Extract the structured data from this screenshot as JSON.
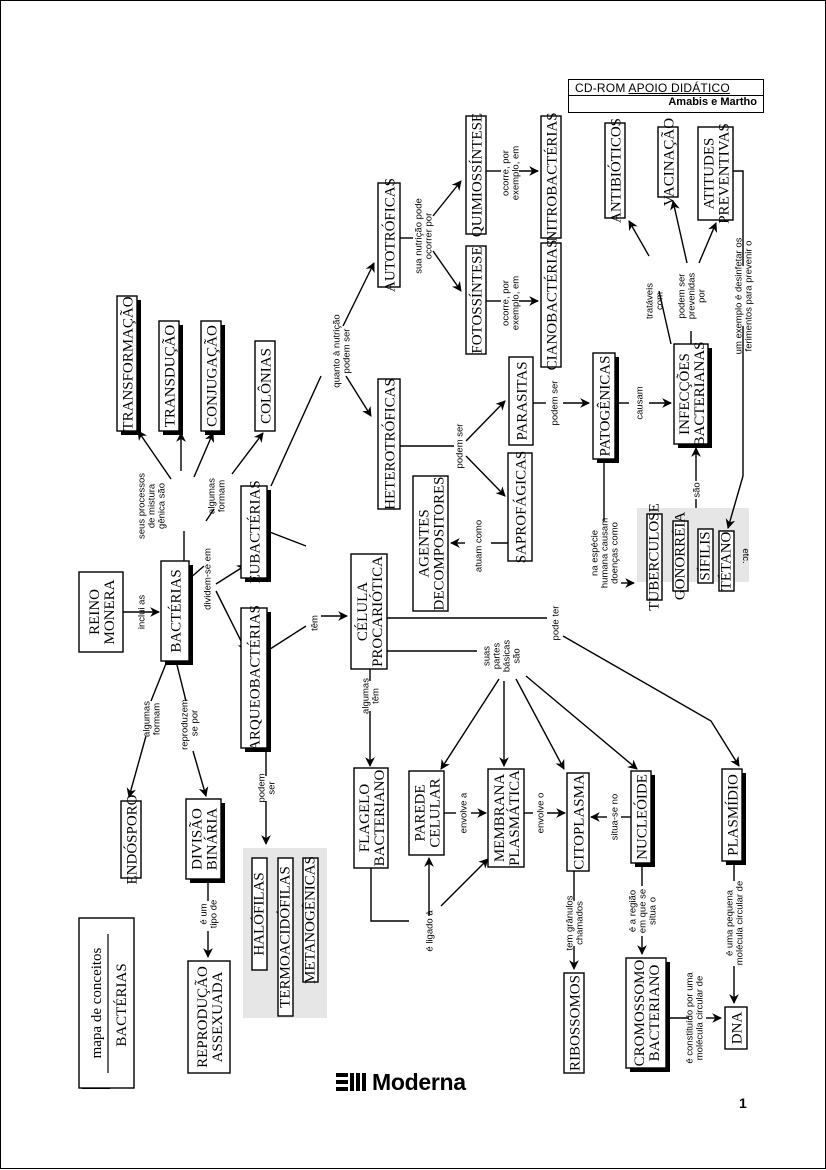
{
  "header": {
    "title_prefix": "CD-ROM ",
    "title_main": "APOIO DIDÁTICO",
    "authors": "Amabis e Martho"
  },
  "map_title": {
    "line1": "mapa de conceitos",
    "line2": "BACTÉRIAS"
  },
  "publisher": "Moderna",
  "page_number": "1",
  "nodes": {
    "reino_monera": [
      "REINO",
      "MONERA"
    ],
    "bacterias": [
      "BACTÉRIAS"
    ],
    "transformacao": [
      "TRANSFORMAÇÃO"
    ],
    "transducao": [
      "TRANSDUÇÃO"
    ],
    "conjugacao": [
      "CONJUGAÇÃO"
    ],
    "colonias": [
      "COLÔNIAS"
    ],
    "eubacterias": [
      "EUBACTÉRIAS"
    ],
    "arqueobacterias": [
      "ARQUEOBACTÉRIAS"
    ],
    "endosporo": [
      "ENDÓSPORO"
    ],
    "divisao_binaria": [
      "DIVISÃO",
      "BINÁRIA"
    ],
    "reproducao_assexuada": [
      "REPRODUÇÃO",
      "ASSEXUADA"
    ],
    "halofilas": [
      "HALÓFILAS"
    ],
    "termoacidofilas": [
      "TERMOACIDÓFILAS"
    ],
    "metanogenicas": [
      "METANOGÊNICAS"
    ],
    "celula_procariotica": [
      "CÉLULA",
      "PROCARIÓTICA"
    ],
    "autotroficas": [
      "AUTOTRÓFICAS"
    ],
    "heterotroficas": [
      "HETEROTRÓFICAS"
    ],
    "quimiossintese": [
      "QUIMIOSSÍNTESE"
    ],
    "fotossintese": [
      "FOTOSSÍNTESE"
    ],
    "nitrobacterias": [
      "NITROBACTÉRIAS"
    ],
    "cianobacterias": [
      "CIANOBACTÉRIAS"
    ],
    "parasitas": [
      "PARASITAS"
    ],
    "saprofagicas": [
      "SAPROFÁGICAS"
    ],
    "agentes_decompositores": [
      "AGENTES",
      "DECOMPOSITORES"
    ],
    "patogenicas": [
      "PATOGÊNICAS"
    ],
    "infeccoes_bacterianas": [
      "INFECÇÕES",
      "BACTERIANAS"
    ],
    "antibioticos": [
      "ANTIBIÓTICOS"
    ],
    "vacinacao": [
      "VACINAÇÃO"
    ],
    "atitudes_preventivas": [
      "ATITUDES",
      "PREVENTIVAS"
    ],
    "tuberculose": [
      "TUBERCULOSE"
    ],
    "gonorreia": [
      "GONORRÉIA"
    ],
    "sifilis": [
      "SÍFILIS"
    ],
    "tetano": [
      "TÉTANO"
    ],
    "etc": "etc.",
    "flagelo_bacteriano": [
      "FLAGELO",
      "BACTERIANO"
    ],
    "parede_celular": [
      "PAREDE",
      "CELULAR"
    ],
    "membrana_plasmatica": [
      "MEMBRANA",
      "PLASMÁTICA"
    ],
    "citoplasma": [
      "CITOPLASMA"
    ],
    "nucleoide": [
      "NUCLEÓIDE"
    ],
    "plasmidio": [
      "PLASMÍDIO"
    ],
    "ribossomos": [
      "RIBOSSOMOS"
    ],
    "cromossomo_bacteriano": [
      "CROMOSSOMO",
      "BACTERIANO"
    ],
    "dna": [
      "DNA"
    ]
  },
  "links": {
    "inclui_as": [
      "inclui as"
    ],
    "processos_mistura": [
      "seus processos",
      "de mistura",
      "gênica são"
    ],
    "algumas_formam_colonias": [
      "algumas",
      "formam"
    ],
    "dividem_se_em": [
      "dividem-se em"
    ],
    "algumas_formam_endosporo": [
      "algumas",
      "formam"
    ],
    "reproduzem_se_por": [
      "reproduzem-",
      "se por"
    ],
    "e_um_tipo_de": [
      "é um",
      "tipo de"
    ],
    "podem_ser_arqueo": [
      "podem",
      "ser"
    ],
    "tem": [
      "têm"
    ],
    "quanto_nutricao": [
      "quanto à nutrição",
      "podem ser"
    ],
    "sua_nutricao": [
      "sua nutrição pode",
      "ocorrer por"
    ],
    "ocorre_quimio": [
      "ocorre, por",
      "exemplo, em"
    ],
    "ocorre_foto": [
      "ocorre, por",
      "exemplo, em"
    ],
    "podem_ser_hetero": [
      "podem ser"
    ],
    "atuam_como": [
      "atuam como"
    ],
    "podem_ser_parasitas": [
      "podem ser"
    ],
    "causam": [
      "causam"
    ],
    "trataveis_com": [
      "tratáveis",
      "com"
    ],
    "podem_ser_prevenidas": [
      "podem ser",
      "prevenidas",
      "por"
    ],
    "exemplo_desinfetar": [
      "um exemplo é desinfetar os",
      "ferimentos para prevenir o"
    ],
    "sao": [
      "são"
    ],
    "na_especie_humana": [
      "na espécie",
      "humana causam",
      "doenças como"
    ],
    "pode_ter": [
      "pode ter"
    ],
    "suas_partes_basicas": [
      "suas",
      "partes",
      "básicas",
      "são"
    ],
    "algumas_tem": [
      "algumas",
      "têm"
    ],
    "e_ligado_a": [
      "é ligado à"
    ],
    "envolve_a": [
      "envolve a"
    ],
    "envolve_o": [
      "envolve o"
    ],
    "situa_se_no": [
      "situa-se no"
    ],
    "tem_granulos": [
      "tem grânulos",
      "chamados"
    ],
    "e_a_regiao": [
      "é a região",
      "em que se",
      "situa o"
    ],
    "constituido_por": [
      "é constituído por uma",
      "molécula circular de"
    ],
    "uma_pequena_molecula": [
      "é uma pequena",
      "molécula circular de"
    ]
  }
}
